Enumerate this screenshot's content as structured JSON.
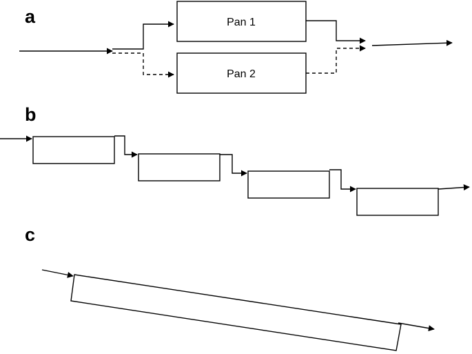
{
  "panels": {
    "a": {
      "letter": "a",
      "boxes": [
        "Pan 1",
        "Pan 2"
      ]
    },
    "b": {
      "letter": "b"
    },
    "c": {
      "letter": "c"
    }
  }
}
